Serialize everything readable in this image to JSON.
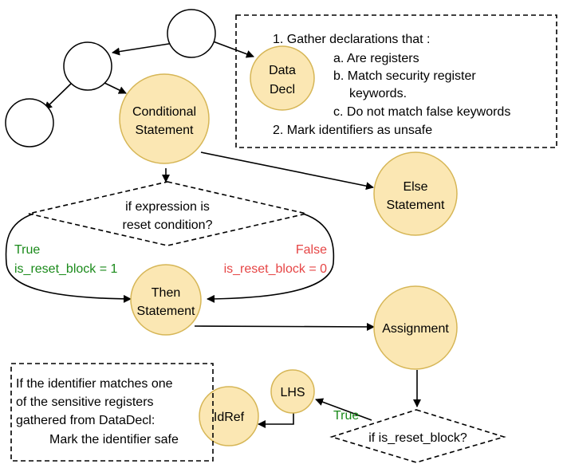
{
  "nodes": {
    "data_decl": [
      "Data",
      "Decl"
    ],
    "conditional": [
      "Conditional",
      "Statement"
    ],
    "else": [
      "Else",
      "Statement"
    ],
    "then": [
      "Then",
      "Statement"
    ],
    "assignment": "Assignment",
    "lhs": "LHS",
    "idref": "IdRef"
  },
  "decisions": {
    "reset_condition": [
      "if expression is",
      "reset condition?"
    ],
    "is_reset_block": "if is_reset_block?"
  },
  "branch_labels": {
    "true_left": [
      "True",
      "is_reset_block = 1"
    ],
    "false_right": [
      "False",
      "is_reset_block = 0"
    ],
    "true_bottom": "True"
  },
  "notes": {
    "data_decl": [
      "1. Gather declarations that :",
      "a. Are registers",
      "b. Match security register",
      "keywords.",
      "c. Do not match false keywords",
      "2. Mark identifiers as unsafe"
    ],
    "idref": [
      "If the identifier matches one",
      "of the sensitive registers",
      "gathered from DataDecl:",
      "Mark the identifier safe"
    ]
  },
  "colors": {
    "node_fill": "#fbe7b3",
    "node_stroke": "#d6b656",
    "true_color": "#1a8a1a",
    "false_color": "#e64545"
  }
}
